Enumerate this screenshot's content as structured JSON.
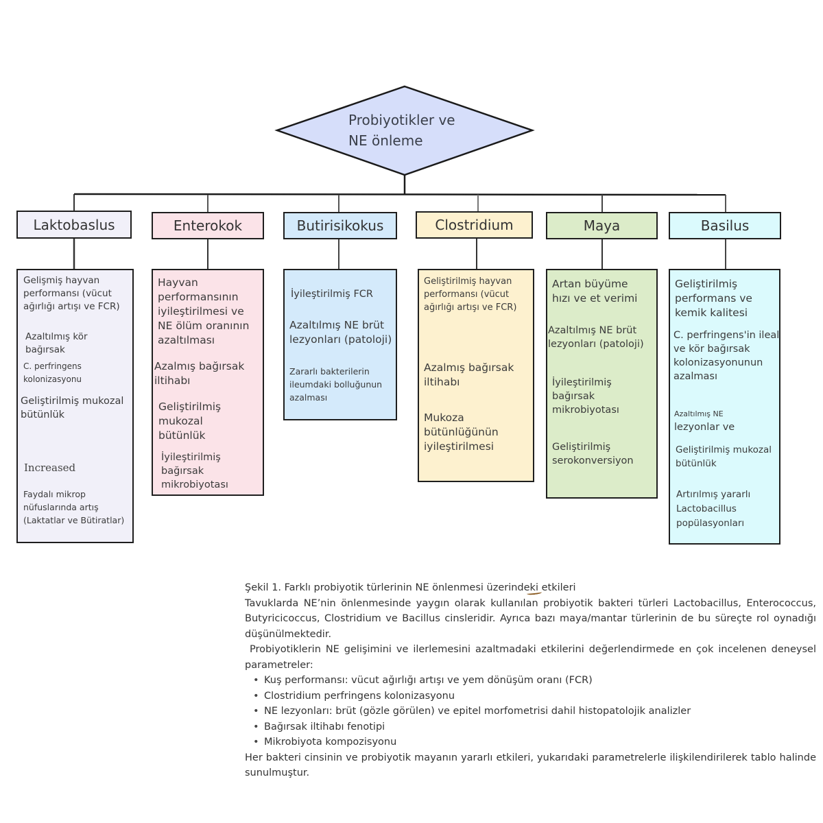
{
  "diagram": {
    "root": {
      "line1": "Probiyotikler ve",
      "line2": "NE önleme",
      "color": "#d6defa"
    },
    "categories": [
      {
        "label": "Laktobaslus",
        "color": "#f1f0f9",
        "items": [
          "Gelişmiş hayvan performansı (vücut ağırlığı artışı ve FCR)",
          "Azaltılmış kör bağırsak",
          "C. perfringens kolonizasyonu",
          "Geliştirilmiş mukozal bütünlük",
          "Increased",
          "Faydalı mikrop nüfuslarında artış (Laktatlar ve Bütiratlar)"
        ]
      },
      {
        "label": "Enterokok",
        "color": "#fbe3e8",
        "items": [
          "Hayvan performansının iyileştirilmesi ve NE ölüm oranının azaltılması",
          "Azalmış bağırsak iltihabı",
          "Geliştirilmiş mukozal bütünlük",
          "İyileştirilmiş bağırsak mikrobiyotası"
        ]
      },
      {
        "label": "Butirisikokus",
        "color": "#d4eafb",
        "items": [
          "İyileştirilmiş FCR",
          "Azaltılmış NE brüt lezyonları (patoloji)",
          "Zararlı bakterilerin ileumdaki bolluğunun azalması"
        ]
      },
      {
        "label": "Clostridium",
        "color": "#fdf1cf",
        "items": [
          "Geliştirilmiş hayvan performansı (vücut ağırlığı artışı ve FCR)",
          "Azalmış bağırsak iltihabı",
          "Mukoza bütünlüğünün iyileştirilmesi"
        ]
      },
      {
        "label": "Maya",
        "color": "#dcecc9",
        "items": [
          "Artan büyüme hızı ve et verimi",
          "Azaltılmış NE brüt lezyonları (patoloji)",
          "İyileştirilmiş bağırsak mikrobiyotası",
          "Geliştirilmiş serokonversiyon"
        ]
      },
      {
        "label": "Basilus",
        "color": "#dbfafd",
        "items": [
          "Geliştirilmiş performans ve kemik kalitesi",
          "C. perfringens'in ileal ve kör bağırsak kolonizasyonunun azalması",
          "Azaltılmış NE",
          "lezyonlar ve",
          "Geliştirilmiş mukozal bütünlük",
          "Artırılmış yararlı Lactobacillus popülasyonları"
        ]
      }
    ]
  },
  "caption": {
    "figure_title": "Şekil 1. Farklı probiyotik türlerinin NE önlenmesi üzerindeki etkileri",
    "paragraph1": "Tavuklarda NE’nin önlenmesinde yaygın olarak kullanılan probiyotik bakteri türleri Lactobacillus, Enterococcus, Butyricicoccus, Clostridium ve Bacillus cinsleridir. Ayrıca bazı maya/mantar türlerinin de bu süreçte rol oynadığı düşünülmektedir.",
    "paragraph2": " Probiyotiklerin NE gelişimini ve ilerlemesini azaltmadaki etkilerini değerlendirmede en çok incelenen deneysel parametreler:",
    "bullets": [
      "Kuş performansı: vücut ağırlığı artışı ve yem dönüşüm oranı (FCR)",
      "Clostridium perfringens kolonizasyonu",
      "NE lezyonları: brüt (gözle görülen) ve epitel morfometrisi dahil histopatolojik analizler",
      "Bağırsak iltihabı fenotipi",
      "Mikrobiyota kompozisyonu"
    ],
    "paragraph3": "Her bakteri cinsinin ve probiyotik mayanın yararlı etkileri, yukarıdaki parametrelerle ilişkilendirilerek tablo halinde sunulmuştur."
  }
}
